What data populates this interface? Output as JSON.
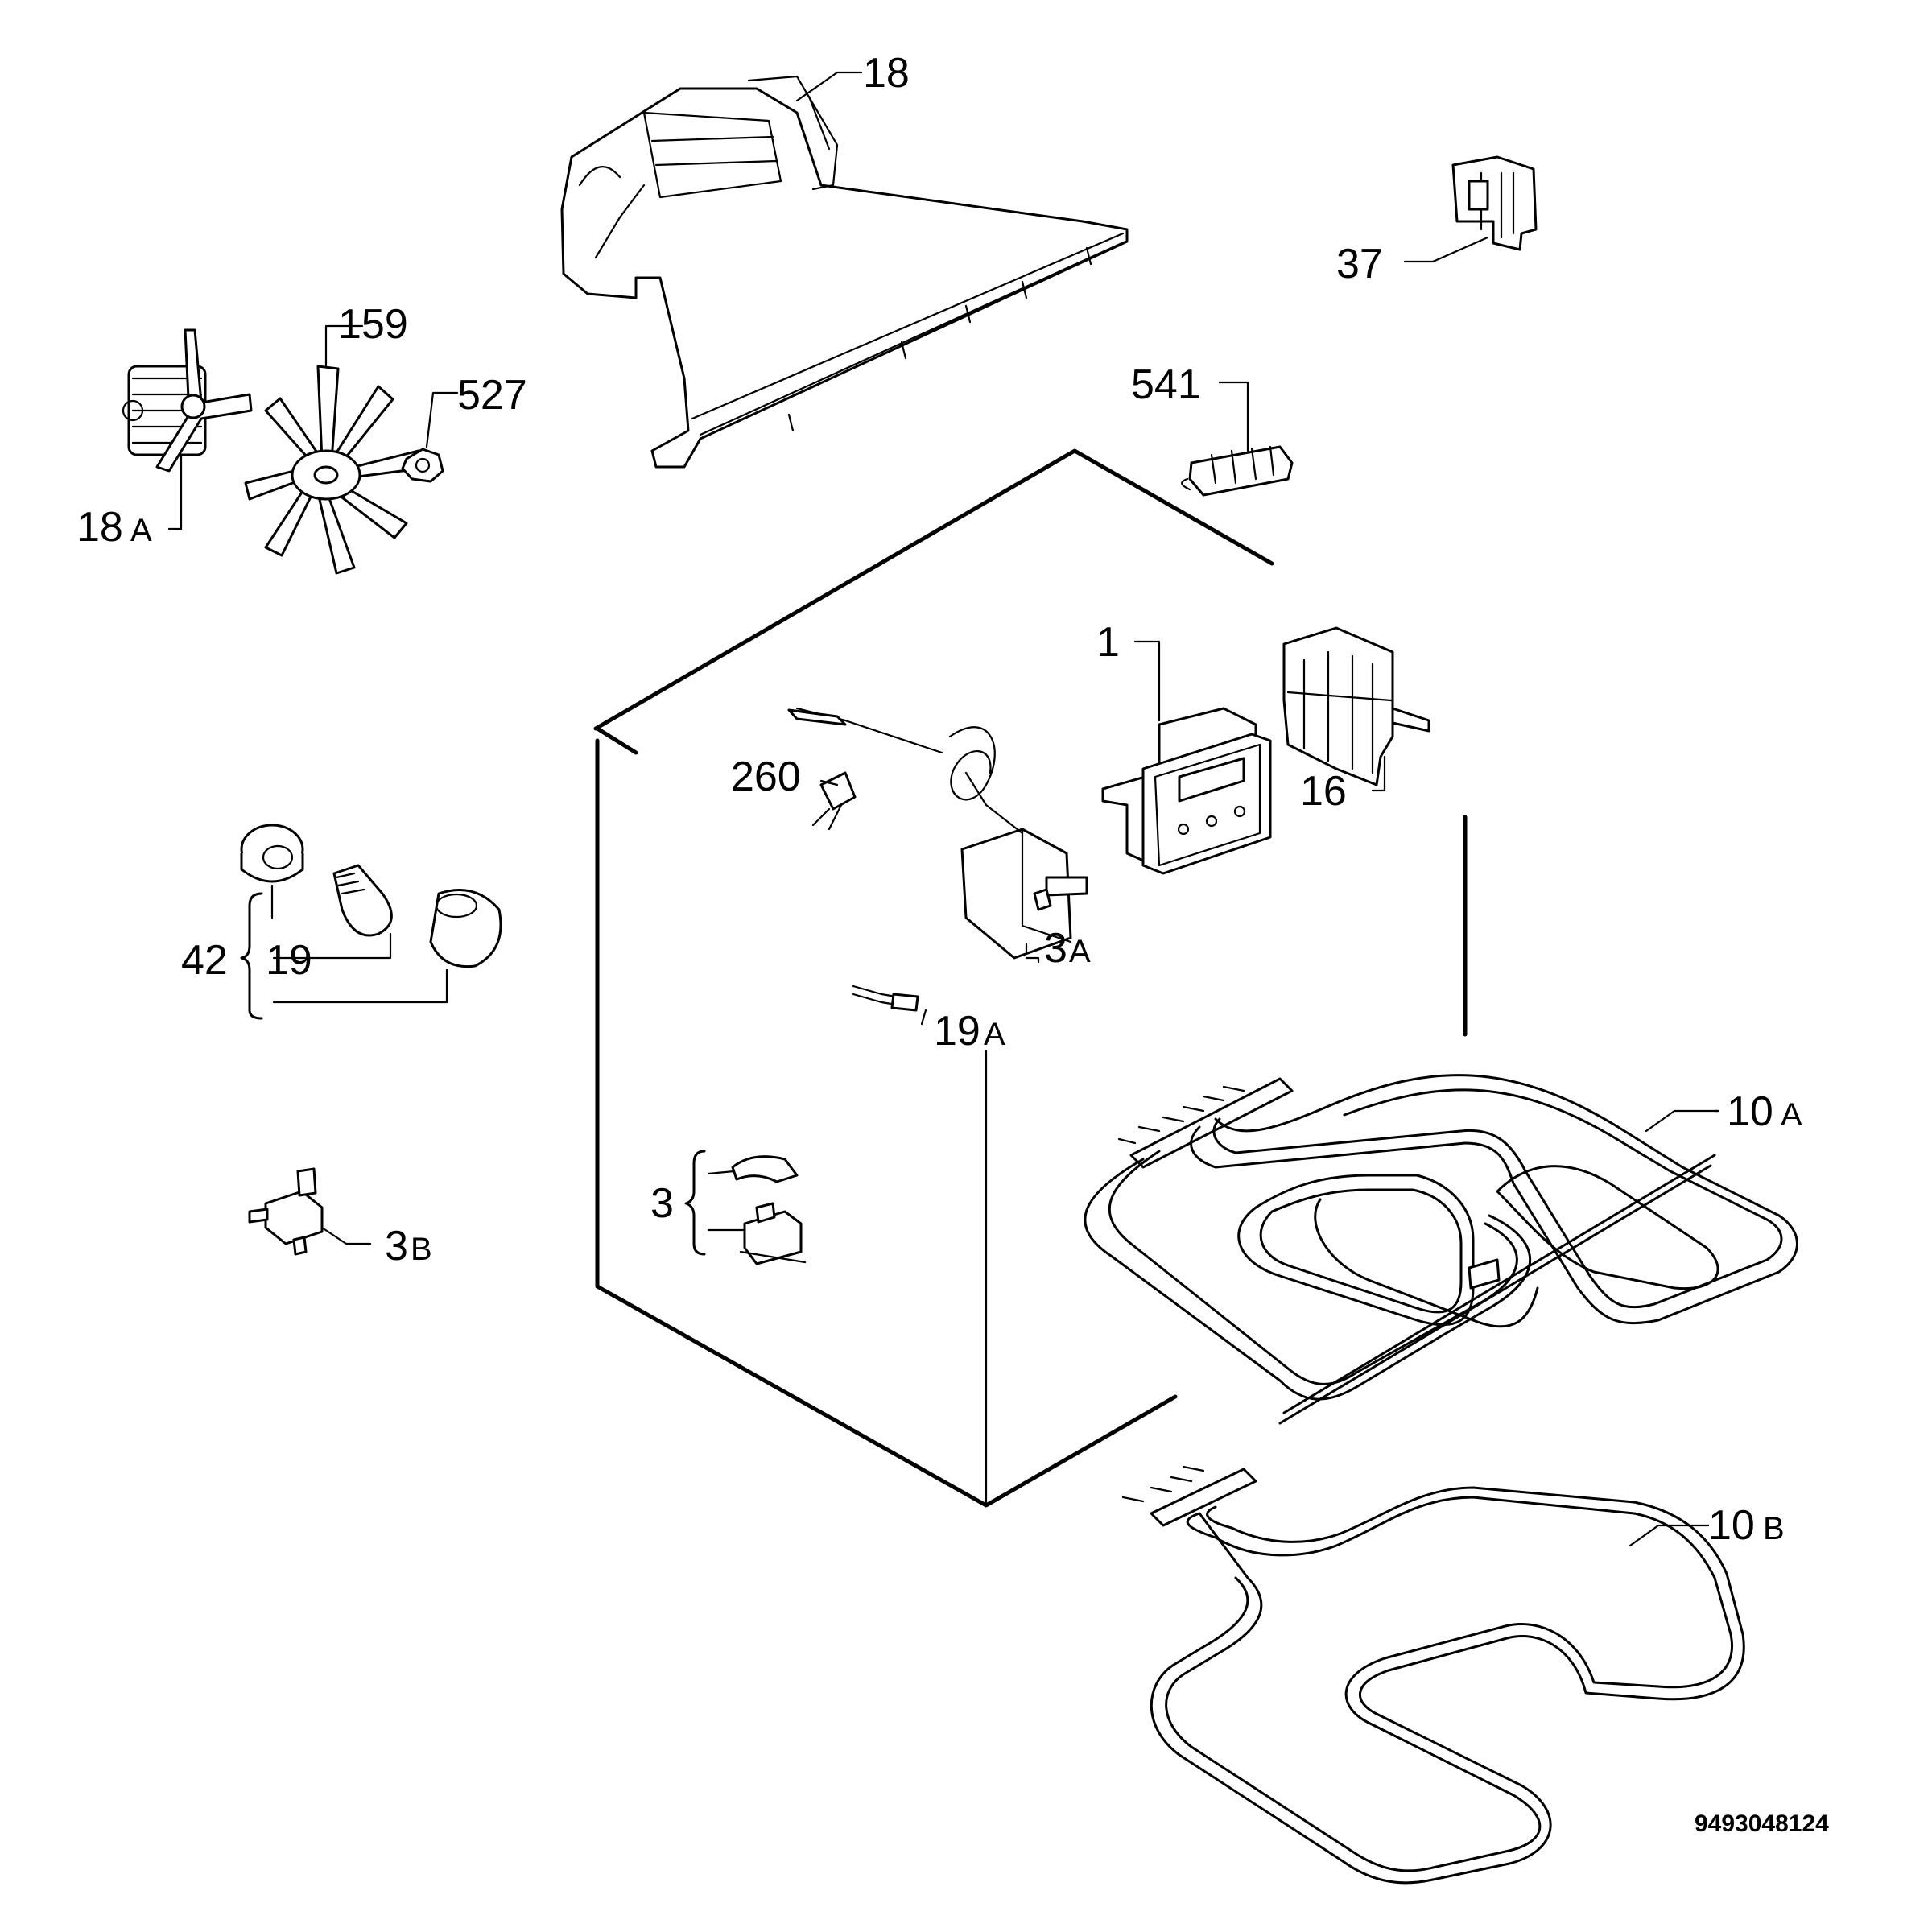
{
  "drawing_number": "9493048124",
  "labels": {
    "p18": "18",
    "p37": "37",
    "p159": "159",
    "p527": "527",
    "p541": "541",
    "p18a_num": "18",
    "p18a_suf": "A",
    "p1": "1",
    "p16": "16",
    "p260": "260",
    "p3a_num": "3",
    "p3a_suf": "A",
    "p42": "42",
    "p19": "19",
    "p19a_num": "19",
    "p19a_suf": "A",
    "p10a_num": "10",
    "p10a_suf": "A",
    "p3": "3",
    "p3b_num": "3",
    "p3b_suf": "B",
    "p10b_num": "10",
    "p10b_suf": "B"
  }
}
